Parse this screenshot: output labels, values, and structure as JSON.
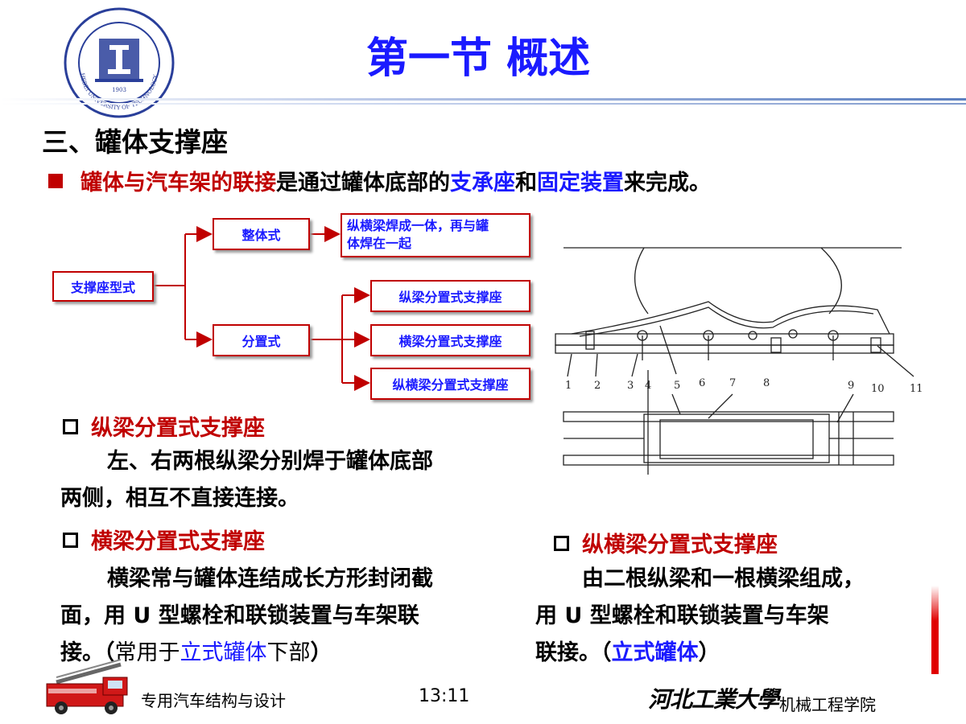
{
  "header": {
    "title": "第一节 概述",
    "logo_text": "HEBEI UNIVERSITY OF TECHNOLOGY",
    "logo_year": "1903"
  },
  "section": {
    "heading": "三、罐体支撑座",
    "bullet": {
      "parts": [
        "罐体与汽车架的联接",
        "是通过罐体底部的",
        "支承座",
        "和",
        "固定装置",
        "来完成。"
      ]
    }
  },
  "diagram": {
    "root": "支撑座型式",
    "branch_integral": "整体式",
    "integral_desc_line1": "纵横梁焊成一体，再与罐",
    "integral_desc_line2": "体焊在一起",
    "branch_separate": "分置式",
    "leaves": [
      "纵梁分置式支撑座",
      "横梁分置式支撑座",
      "纵横梁分置式支撑座"
    ]
  },
  "figure": {
    "callouts": [
      "1",
      "2",
      "3",
      "4",
      "5",
      "6",
      "7",
      "8",
      "9",
      "10",
      "11"
    ]
  },
  "items": [
    {
      "heading": "纵梁分置式支撑座",
      "line1": "左、右两根纵梁分别焊于罐体底部",
      "line2": "两侧，相互不直接连接。"
    },
    {
      "heading": "横梁分置式支撑座",
      "line1": "横梁常与罐体连结成长方形封闭截",
      "line2": "面，用 U 型螺栓和联锁装置与车架联",
      "line3_a": "接。",
      "line3_b": "（",
      "line3_c": "常用于",
      "line3_d": "立式罐体",
      "line3_e": "下部",
      "line3_f": "）"
    },
    {
      "heading": "纵横梁分置式支撑座",
      "line1": "由二根纵梁和一根横梁组成，",
      "line2": "用 U 型螺栓和联锁装置与车架",
      "line3_a": "联接。",
      "line3_b": "（",
      "line3_c": "立式罐体",
      "line3_d": "）"
    }
  ],
  "footer": {
    "course": "专用汽车结构与设计",
    "time": "13:11",
    "school_calligraphy": "河北工業大學",
    "department": "机械工程学院"
  },
  "colors": {
    "title_blue": "#1a1aff",
    "accent_red": "#c00000",
    "rule_gradient_start": "#ffffff",
    "rule_gradient_end": "#5b7fc0"
  }
}
